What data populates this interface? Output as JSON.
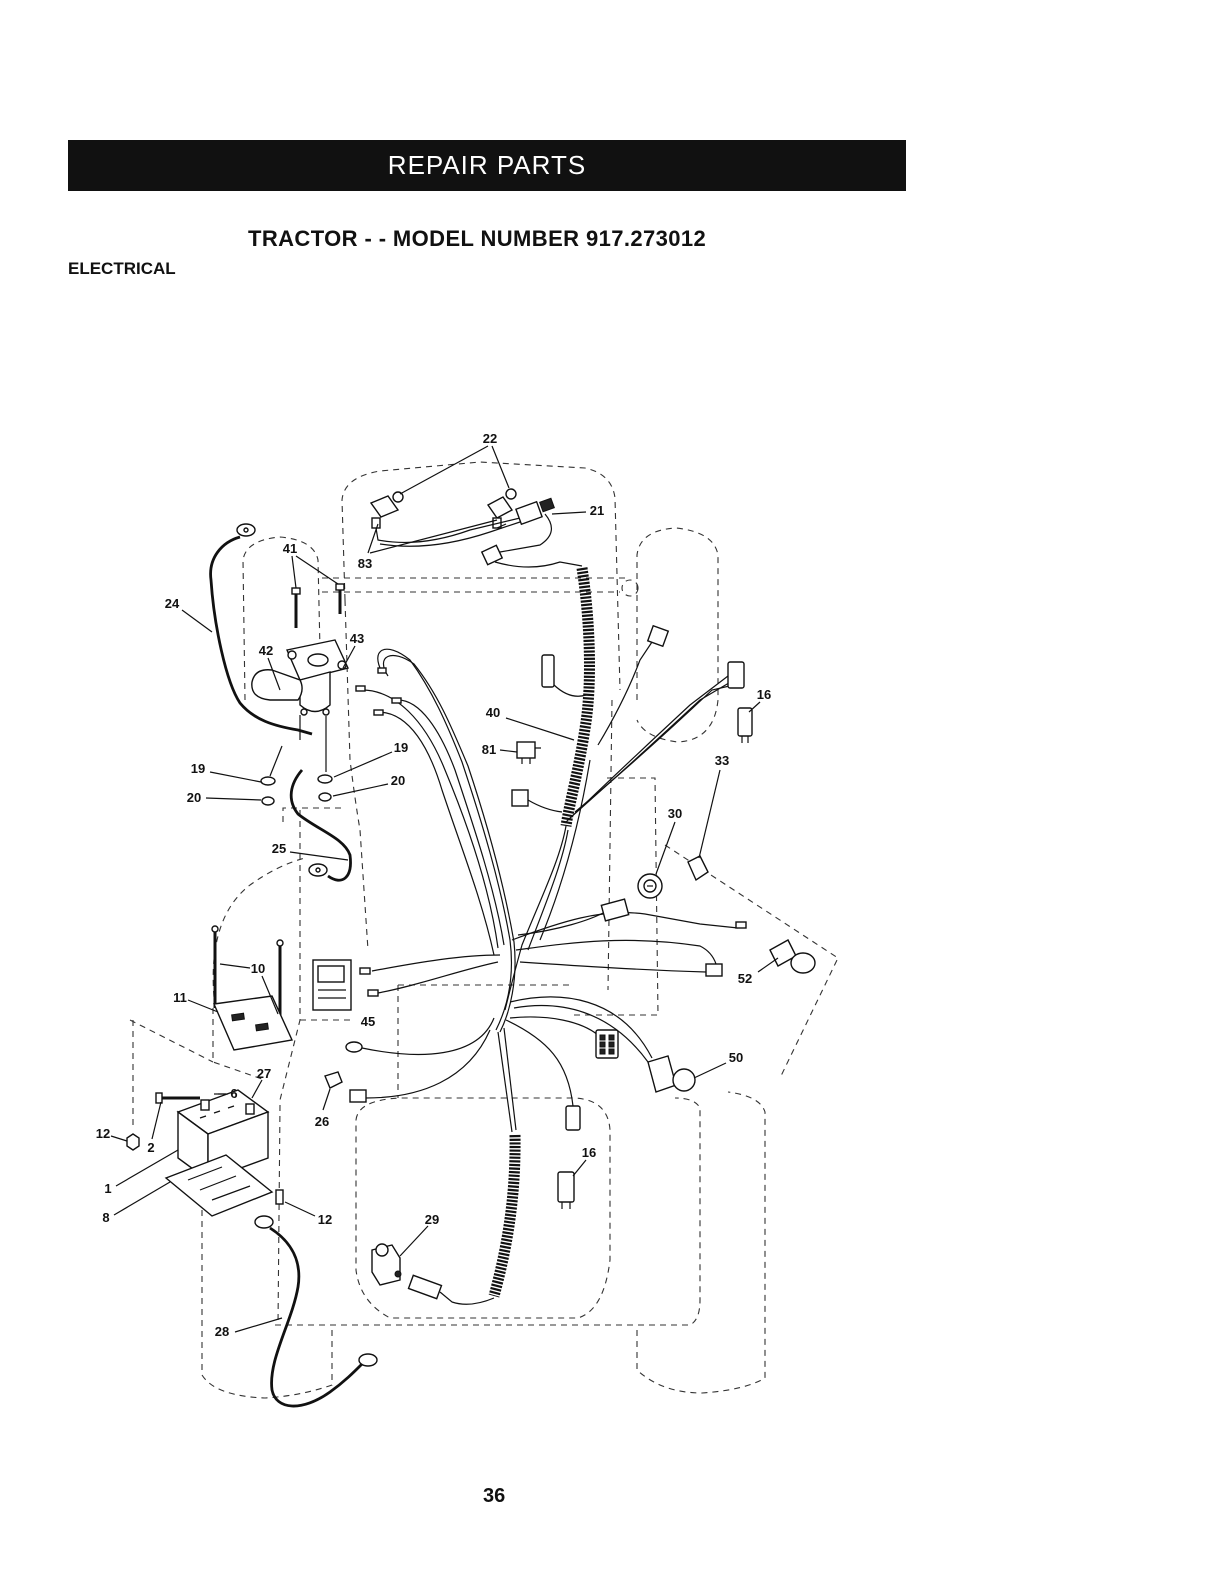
{
  "header": {
    "title": "REPAIR PARTS"
  },
  "page_title": "TRACTOR - - MODEL NUMBER 917.273012",
  "section_label": "ELECTRICAL",
  "diagram": {
    "callouts": [
      "22",
      "21",
      "41",
      "83",
      "24",
      "43",
      "42",
      "16",
      "40",
      "81",
      "19",
      "20",
      "19",
      "20",
      "33",
      "30",
      "25",
      "10",
      "11",
      "52",
      "45",
      "50",
      "27",
      "6",
      "12",
      "2",
      "26",
      "16",
      "1",
      "8",
      "12",
      "29",
      "28"
    ]
  },
  "page_number": "36"
}
